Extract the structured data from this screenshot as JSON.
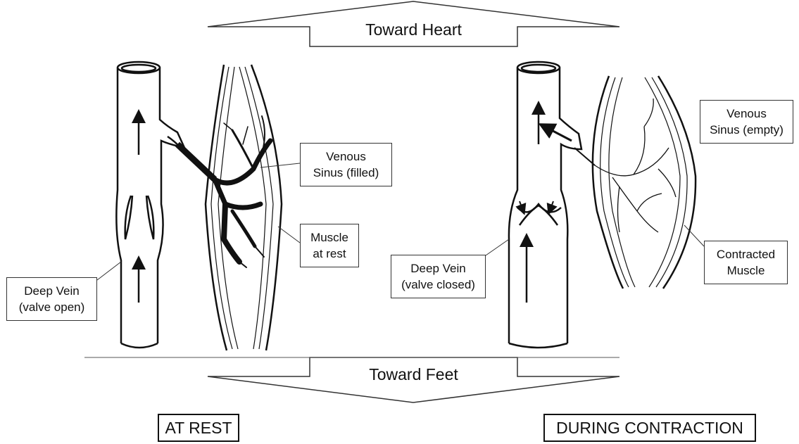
{
  "arrows": {
    "top": "Toward Heart",
    "bottom": "Toward Feet"
  },
  "rest": {
    "sinus_label": [
      "Venous",
      "Sinus (filled)"
    ],
    "muscle_label": [
      "Muscle",
      "at rest"
    ],
    "vein_label": [
      "Deep Vein",
      "(valve open)"
    ],
    "state": "AT REST"
  },
  "contraction": {
    "sinus_label": [
      "Venous",
      "Sinus (empty)"
    ],
    "muscle_label": [
      "Contracted",
      "Muscle"
    ],
    "vein_label": [
      "Deep Vein",
      "(valve closed)"
    ],
    "state": "DURING CONTRACTION"
  }
}
